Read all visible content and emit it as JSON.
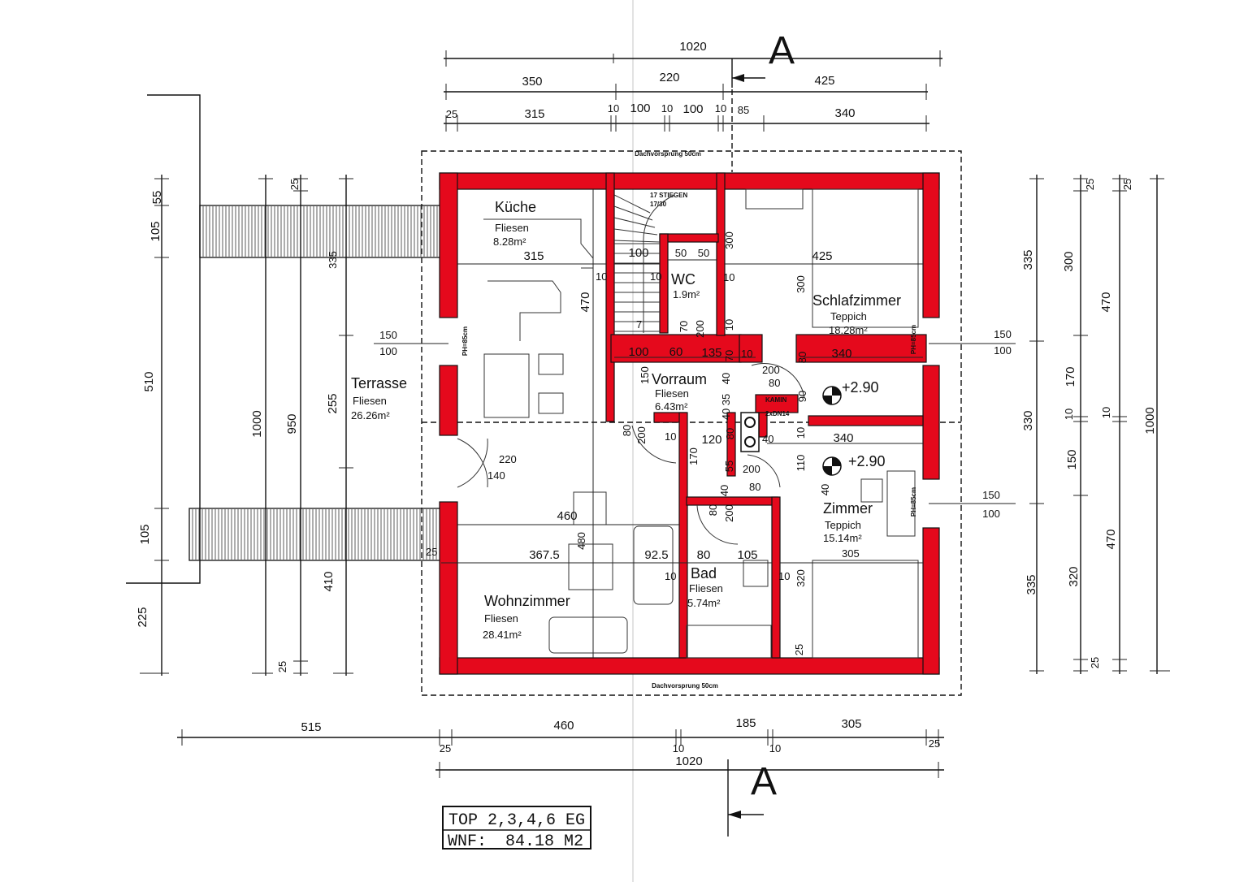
{
  "rooms": {
    "kueche": {
      "name": "Küche",
      "floor": "Fliesen",
      "area": "8.28m²"
    },
    "wc": {
      "name": "WC",
      "area": "1.9m²"
    },
    "schlafzimmer": {
      "name": "Schlafzimmer",
      "floor": "Teppich",
      "area": "18.28m²"
    },
    "vorraum": {
      "name": "Vorraum",
      "floor": "Fliesen",
      "area": "6.43m²"
    },
    "terrasse": {
      "name": "Terrasse",
      "floor": "Fliesen",
      "area": "26.26m²"
    },
    "zimmer": {
      "name": "Zimmer",
      "floor": "Teppich",
      "area": "15.14m²"
    },
    "bad": {
      "name": "Bad",
      "floor": "Fliesen",
      "area": "5.74m²"
    },
    "wohnzimmer": {
      "name": "Wohnzimmer",
      "floor": "Fliesen",
      "area": "28.41m²"
    }
  },
  "labels": {
    "section_mark": "A",
    "stairs": "17 STIEGEN",
    "stairs_ratio": "17/30",
    "kamin": "KAMIN",
    "kamin_spec": "2xDN14",
    "roof_overhang_top": "Dachvorsprung 50cm",
    "roof_overhang_bottom": "Dachvorsprung 50cm",
    "ph_left": "PH=85cm",
    "ph_right_top": "PH=85cm",
    "ph_right_bottom": "PH=85cm",
    "level_1": "+2.90",
    "level_2": "+2.90",
    "stair_step": "7"
  },
  "title_block": {
    "line1": "TOP 2,3,4,6  EG",
    "wnf_label": "WNF:",
    "wnf_value": "84.18 M2"
  },
  "dims_top": {
    "total": "1020",
    "a": "350",
    "b": "220",
    "c": "425",
    "d": "25",
    "e": "315",
    "f": "10",
    "g": "100",
    "h": "10",
    "i": "100",
    "j": "10",
    "k": "85",
    "l": "340"
  },
  "dims_bottom": {
    "a": "515",
    "b": "460",
    "c": "185",
    "d": "305",
    "e": "25",
    "f": "10",
    "g": "10",
    "h": "25",
    "total": "1020"
  },
  "dims_left": {
    "a": "55",
    "b": "105",
    "c": "510",
    "d": "105",
    "e": "225",
    "f": "1000",
    "g": "950",
    "h": "25",
    "i": "25",
    "j": "335",
    "k": "255",
    "l": "410"
  },
  "dims_right": {
    "a": "335",
    "b": "330",
    "c": "335",
    "d": "300",
    "e": "170",
    "f": "10",
    "g": "150",
    "h": "320",
    "i": "25",
    "j": "25",
    "k": "470",
    "l": "10",
    "m": "470",
    "n": "25",
    "o": "25",
    "p": "1000"
  },
  "dims_inner": {
    "k_315": "315",
    "k_470": "470",
    "k_10": "10",
    "st_100": "100",
    "st_10": "10",
    "wc_50a": "50",
    "wc_50b": "50",
    "wc_300": "300",
    "wc_10": "10",
    "wc_70": "70",
    "wc_200": "200",
    "wc_10b": "10",
    "sz_425": "425",
    "sz_300": "300",
    "sz_340": "340",
    "sz_80": "80",
    "vr_100": "100",
    "vr_60": "60",
    "vr_135": "135",
    "vr_70": "70",
    "vr_10": "10",
    "vr_150": "150",
    "vr_200": "200",
    "vr_80": "80",
    "vr_40": "40",
    "vr_35": "35",
    "vr_40b": "40",
    "vr_90": "90",
    "mid_80": "80",
    "mid_200": "200",
    "mid_10": "10",
    "mid_120": "120",
    "mid_80b": "80",
    "mid_40": "40",
    "mid_170": "170",
    "mid_55": "55",
    "mid_40c": "40",
    "mid_200b": "200",
    "mid_80c": "80",
    "mid_80d": "80",
    "mid_200c": "200",
    "z_340": "340",
    "z_10": "10",
    "z_110": "110",
    "z_40": "40",
    "z_305": "305",
    "z_320": "320",
    "z_25": "25",
    "win_l1": "150",
    "win_l2": "100",
    "win_r1": "150",
    "win_r2": "100",
    "win_r3": "150",
    "win_r4": "100",
    "door_220": "220",
    "door_140": "140",
    "w_460": "460",
    "w_480": "480",
    "w_25": "25",
    "w_367": "367.5",
    "w_92": "92.5",
    "b_80": "80",
    "b_105": "105",
    "b_10a": "10",
    "b_10b": "10"
  }
}
